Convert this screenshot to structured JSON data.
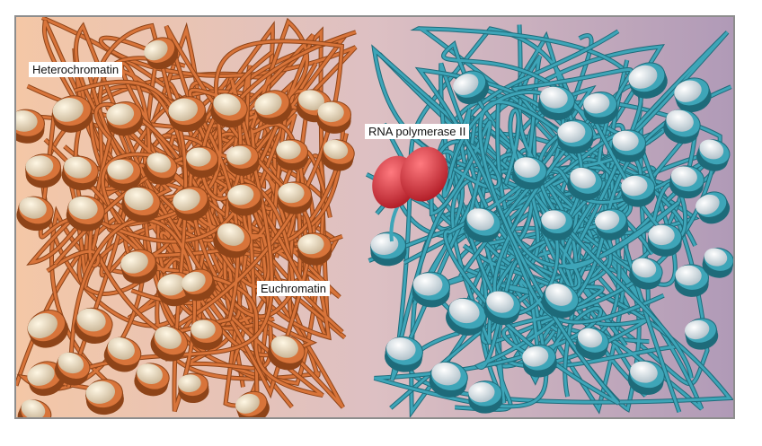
{
  "labels": {
    "heterochromatin": "Heterochromatin",
    "rna_polymerase": "RNA polymerase II",
    "euchromatin": "Euchromatin"
  },
  "colors": {
    "background_left": "#f4c7a6",
    "background_mid": "#ddc0c3",
    "background_right": "#b09ab7",
    "fiber_orange": "#d8743a",
    "fiber_orange_dark": "#8e4419",
    "fiber_cyan": "#3ea5b8",
    "fiber_cyan_dark": "#1e6b7a",
    "nucleosome_face_warm": "#fbe7c4",
    "nucleosome_face_cool": "#e4edf2",
    "polymerase": "#e03c44",
    "frame_border": "#8d8d8d"
  }
}
